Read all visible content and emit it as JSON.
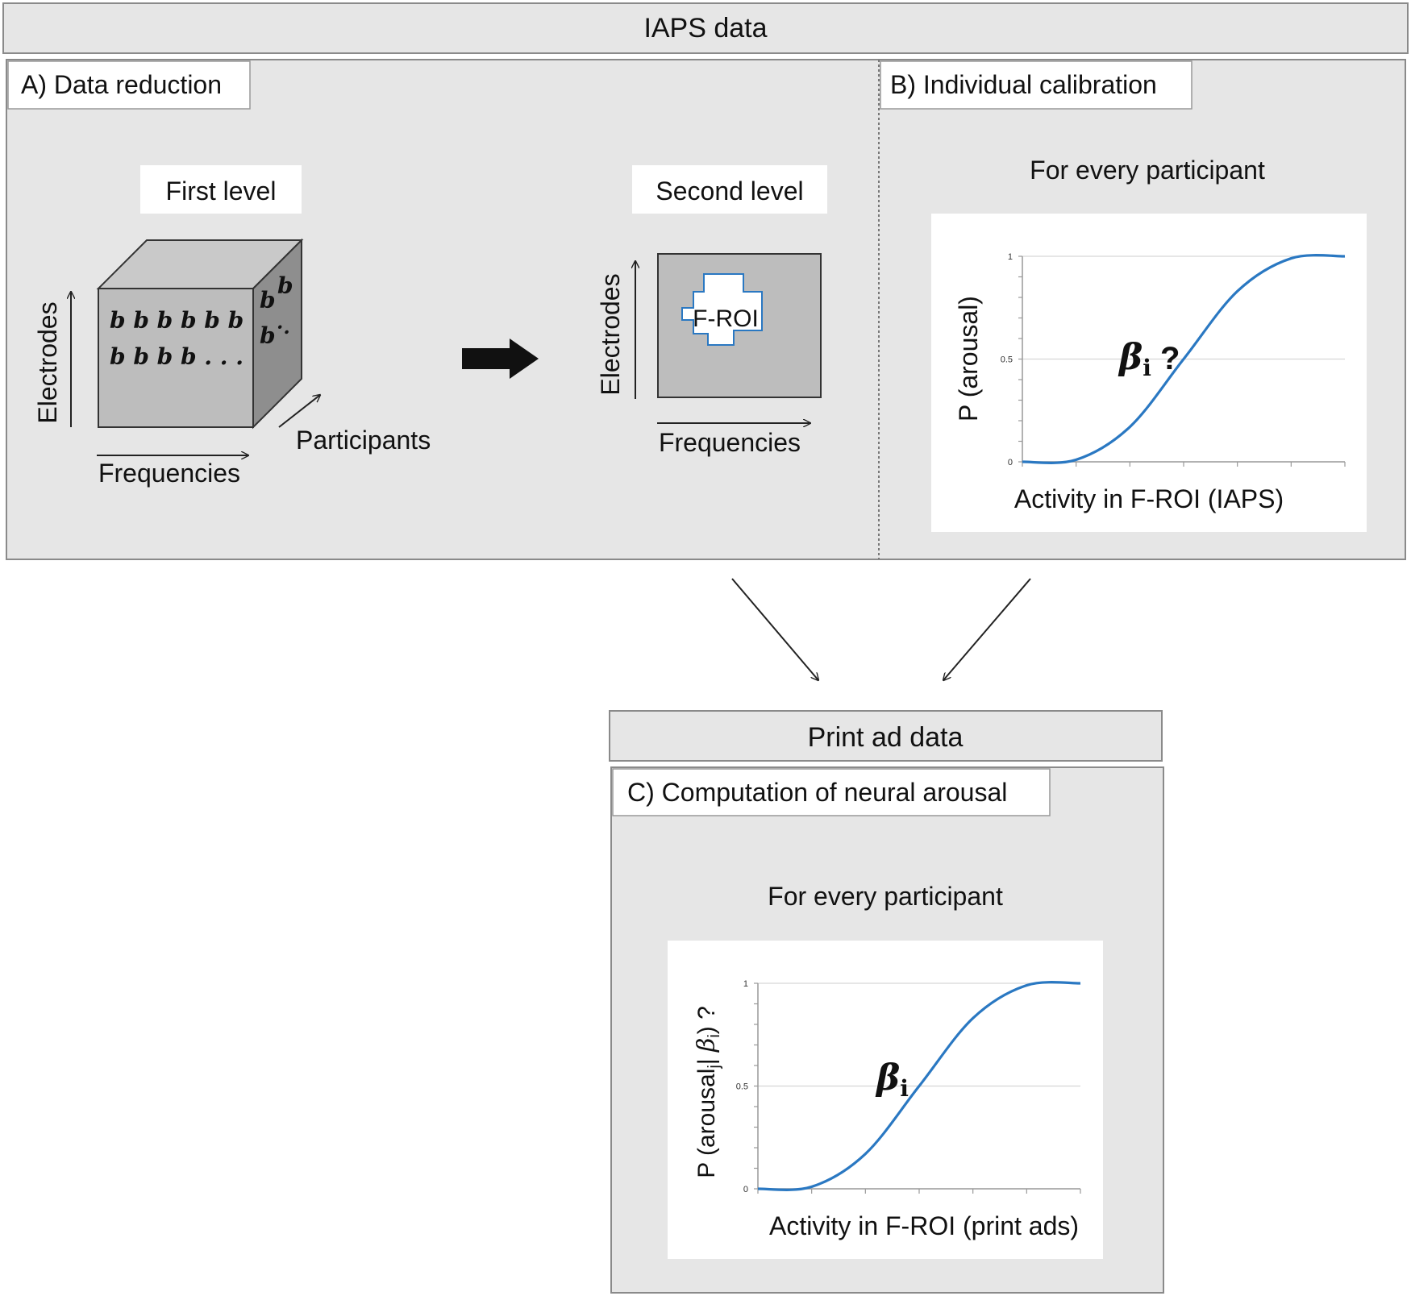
{
  "top": {
    "title": "IAPS data"
  },
  "panel_a": {
    "title": "A) Data reduction",
    "first_level": {
      "title": "First level",
      "cube_row1": "b b b b b b",
      "cube_row2": "b b b b . . .",
      "side_top": "b",
      "side_top2": "b",
      "side_bottom": "b",
      "side_dots": "·.",
      "axis_vertical": "Electrodes",
      "axis_horizontal": "Frequencies",
      "axis_depth": "Participants"
    },
    "second_level": {
      "title": "Second  level",
      "roi_label": "F-ROI",
      "axis_vertical": "Electrodes",
      "axis_horizontal": "Frequencies"
    }
  },
  "panel_b": {
    "title": "B) Individual calibration",
    "subtitle": "For every participant",
    "chart": {
      "ylabel": "P (arousal)",
      "xlabel": "Activity in F-ROI (IAPS)",
      "annotation": "β",
      "annotation_sub": "i",
      "annotation_suffix": " ?",
      "ytick_labels": [
        "0",
        "0.5",
        "1"
      ]
    }
  },
  "bottom": {
    "title": "Print ad data"
  },
  "panel_c": {
    "title": "C) Computation of neural arousal",
    "subtitle": "For every participant",
    "chart": {
      "ylabel_parts": [
        "P (arousal",
        "j",
        "| ",
        "β",
        "i",
        ") ?"
      ],
      "xlabel": "Activity in F-ROI (print ads)",
      "annotation": "β",
      "annotation_sub": "i",
      "ytick_labels": [
        "0",
        "0.5",
        "1"
      ]
    }
  },
  "chart_data": [
    {
      "type": "line",
      "x": [
        0,
        1,
        2,
        3,
        4,
        5,
        6
      ],
      "series": [
        {
          "values": [
            0,
            0.01,
            0.17,
            0.5,
            0.83,
            0.99,
            1
          ]
        }
      ],
      "xlabel": "Activity in F-ROI (IAPS)",
      "ylabel": "P (arousal)",
      "ylim": [
        0,
        1
      ],
      "yticks": [
        0,
        0.5,
        1
      ],
      "grid": true,
      "color": "#2a78c2"
    },
    {
      "type": "line",
      "x": [
        0,
        1,
        2,
        3,
        4,
        5,
        6
      ],
      "series": [
        {
          "values": [
            0,
            0.01,
            0.17,
            0.5,
            0.83,
            0.99,
            1
          ]
        }
      ],
      "xlabel": "Activity in F-ROI (print ads)",
      "ylabel": "P (arousal_j| β_i) ?",
      "ylim": [
        0,
        1
      ],
      "yticks": [
        0,
        0.5,
        1
      ],
      "grid": true,
      "color": "#2a78c2"
    }
  ]
}
